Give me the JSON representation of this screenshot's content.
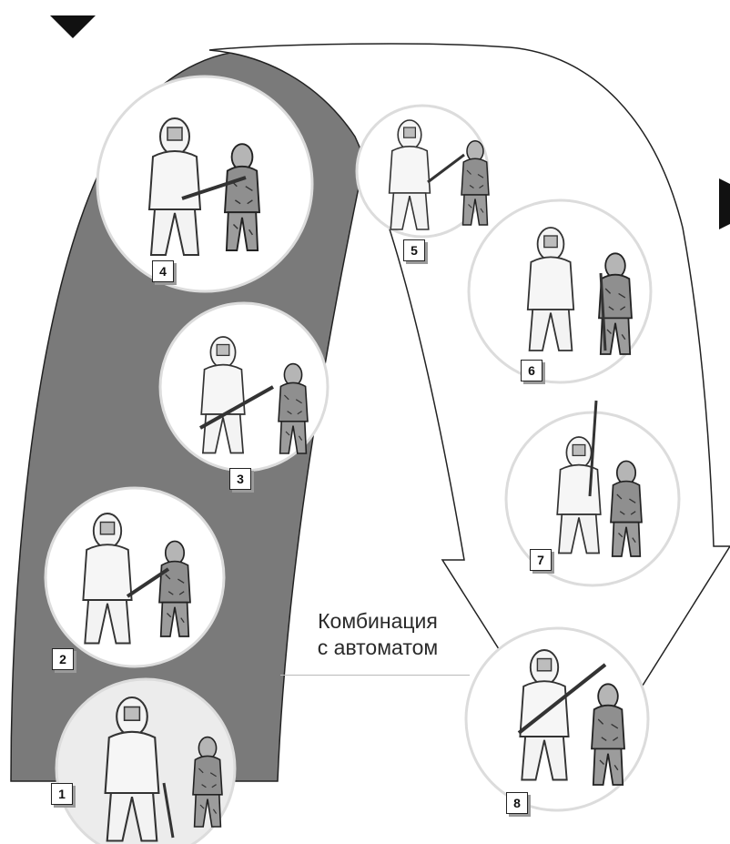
{
  "caption": {
    "line1": "Комбинация",
    "line2": "с автоматом"
  },
  "steps": [
    {
      "number": "1"
    },
    {
      "number": "2"
    },
    {
      "number": "3"
    },
    {
      "number": "4"
    },
    {
      "number": "5"
    },
    {
      "number": "6"
    },
    {
      "number": "7"
    },
    {
      "number": "8"
    }
  ],
  "colors": {
    "gray_arrow_fill": "#7a7a7a",
    "outline": "#222222",
    "circle_ring": "#dcdcdc",
    "label_shadow": "#9a9a9a"
  },
  "icons": {
    "top_marker": "down-triangle-icon",
    "right_marker": "right-triangle-icon"
  }
}
